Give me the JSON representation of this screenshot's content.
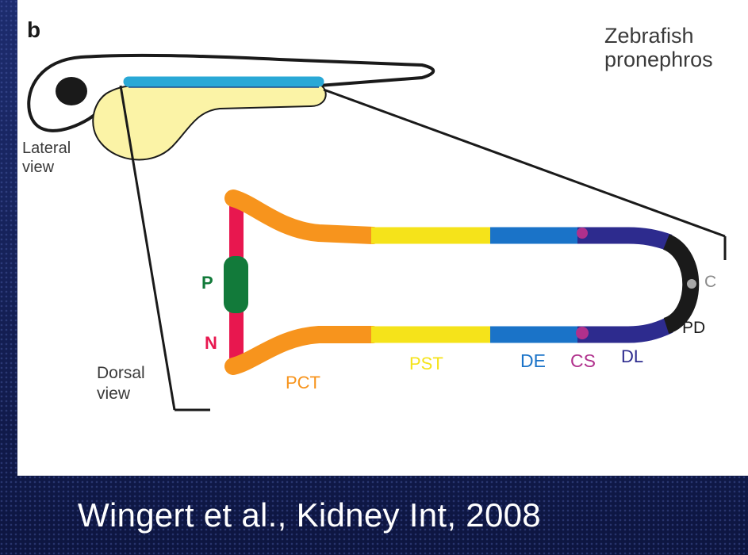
{
  "figure": {
    "panel_letter": "b",
    "title_line1": "Zebrafish",
    "title_line2": "pronephros",
    "lateral_line1": "Lateral",
    "lateral_line2": "view",
    "dorsal_line1": "Dorsal",
    "dorsal_line2": "view",
    "segments": {
      "P": "P",
      "N": "N",
      "PCT": "PCT",
      "PST": "PST",
      "DE": "DE",
      "CS": "CS",
      "DL": "DL",
      "PD": "PD",
      "C": "C"
    },
    "colors": {
      "glomerulus": "#127a3a",
      "neck": "#e8174f",
      "pct": "#f7941d",
      "pst": "#f5e31a",
      "de": "#1a73c8",
      "cs": "#b0308c",
      "dl": "#2d2b8e",
      "pd": "#1a1a1a",
      "cloaca": "#a8a8a8",
      "duct_lateral": "#29a8d6",
      "yolk": "#fbf3a6"
    }
  },
  "citation": "Wingert et al., Kidney Int, 2008"
}
